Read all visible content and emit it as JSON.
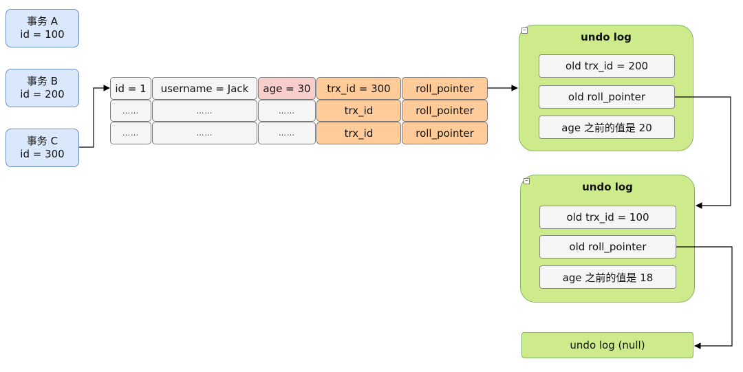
{
  "transactions": [
    {
      "name": "事务 A",
      "id": "id = 100"
    },
    {
      "name": "事务 B",
      "id": "id = 200"
    },
    {
      "name": "事务 C",
      "id": "id = 300"
    }
  ],
  "record_table": {
    "row1": [
      "id = 1",
      "username = Jack",
      "age = 30",
      "trx_id = 300",
      "roll_pointer"
    ],
    "row2": [
      "……",
      "……",
      "……",
      "trx_id",
      "roll_pointer"
    ],
    "row3": [
      "……",
      "……",
      "……",
      "trx_id",
      "roll_pointer"
    ]
  },
  "undo_logs": [
    {
      "title": "undo log",
      "items": [
        "old trx_id = 200",
        "old roll_pointer",
        "age 之前的值是 20"
      ]
    },
    {
      "title": "undo log",
      "items": [
        "old trx_id = 100",
        "old roll_pointer",
        "age 之前的值是 18"
      ]
    }
  ],
  "null_log": "undo log (null)",
  "collapse_glyph": "−",
  "colors": {
    "transaction_fill": "#dae8fc",
    "transaction_stroke": "#6c8ebf",
    "cell_gray": "#f5f5f5",
    "cell_pink": "#f8cecc",
    "cell_orange": "#ffcc99",
    "undo_fill": "#cdeb8b",
    "undo_stroke": "#82b366"
  }
}
